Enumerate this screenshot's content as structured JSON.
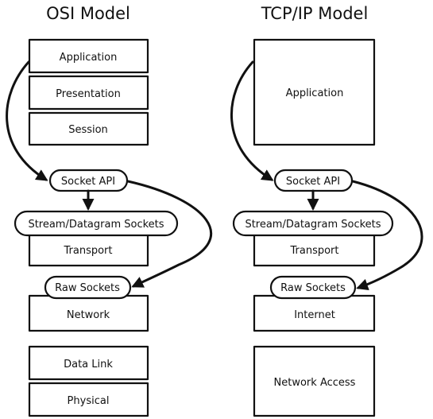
{
  "osi": {
    "title": "OSI Model",
    "layers": {
      "application": "Application",
      "presentation": "Presentation",
      "session": "Session",
      "transport": "Transport",
      "network": "Network",
      "data_link": "Data Link",
      "physical": "Physical"
    },
    "socket_api": "Socket API",
    "stream_sockets": "Stream/Datagram Sockets",
    "raw_sockets": "Raw Sockets"
  },
  "tcpip": {
    "title": "TCP/IP Model",
    "layers": {
      "application": "Application",
      "transport": "Transport",
      "internet": "Internet",
      "network_access": "Network Access"
    },
    "socket_api": "Socket API",
    "stream_sockets": "Stream/Datagram Sockets",
    "raw_sockets": "Raw Sockets"
  }
}
